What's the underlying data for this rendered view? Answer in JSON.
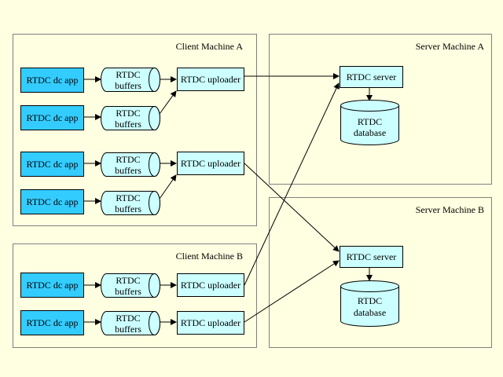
{
  "machines": {
    "client_a": "Client Machine A",
    "client_b": "Client Machine B",
    "server_a": "Server Machine A",
    "server_b": "Server Machine B"
  },
  "labels": {
    "app": "RTDC dc app",
    "buffers_line1": "RTDC",
    "buffers_line2": "buffers",
    "uploader": "RTDC uploader",
    "server": "RTDC server",
    "database_line1": "RTDC",
    "database_line2": "database"
  },
  "colors": {
    "background": "#ffffe1",
    "app_fill": "#33ccff",
    "component_fill": "#ccffff",
    "machine_fill": "#ffffe1"
  }
}
